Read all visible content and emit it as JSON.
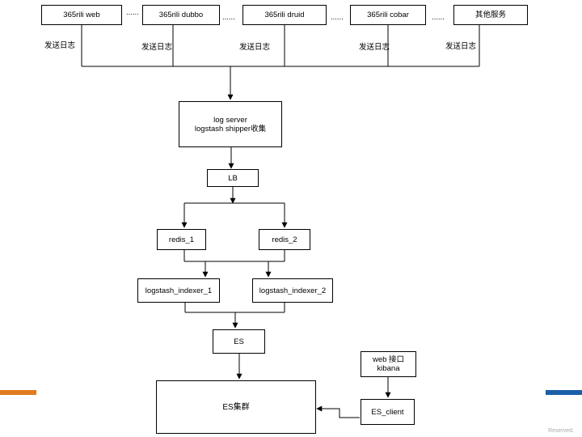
{
  "services": {
    "web": "365rili web",
    "dubbo": "365rili dubbo",
    "druid": "365rili druid",
    "cobar": "365rili cobar",
    "other": "其他服务"
  },
  "ellipses": {
    "e1": "......",
    "e2": "......",
    "e3": "......",
    "e4": "......"
  },
  "send_labels": {
    "l1": "发送日志",
    "l2": "发送日志",
    "l3": "发送日志",
    "l4": "发送日志",
    "l5": "发送日志"
  },
  "log_server": {
    "line1": "log server",
    "line2": "logstash shipper收集"
  },
  "lb": "LB",
  "redis": {
    "r1": "redis_1",
    "r2": "redis_2"
  },
  "indexers": {
    "i1": "logstash_indexer_1",
    "i2": "logstash_indexer_2"
  },
  "es": "ES",
  "es_cluster": "ES集群",
  "web_api": {
    "line1": "web 接口",
    "line2": "kibana"
  },
  "es_client": "ES_client",
  "footer": "Reserved.",
  "colors": {
    "accent_left": "#E07A1F",
    "accent_right": "#1B5FA8"
  }
}
